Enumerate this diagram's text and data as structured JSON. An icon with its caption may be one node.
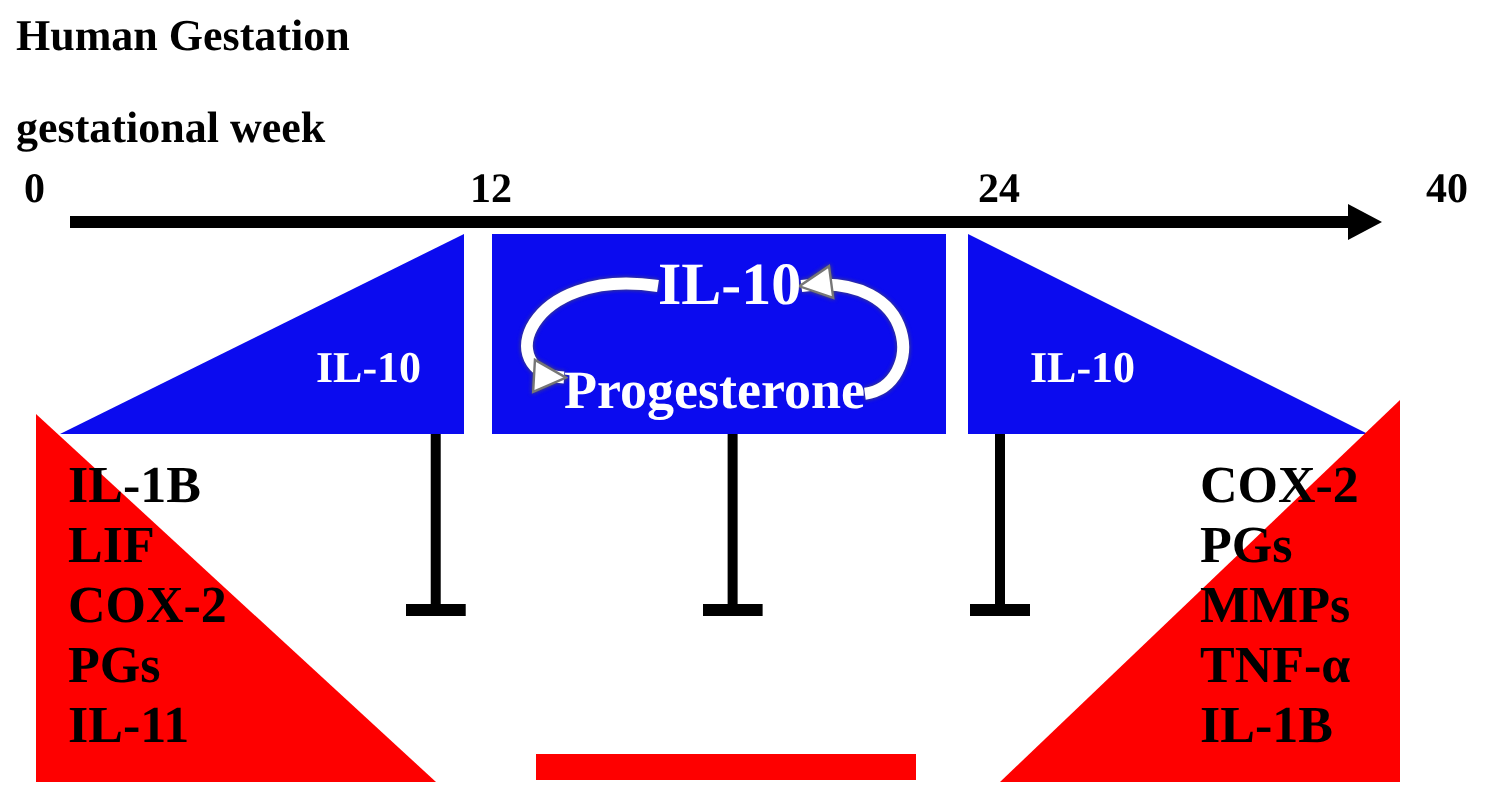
{
  "diagram": {
    "title": "Human Gestation",
    "nodes": [
      {
        "text": [
          "IL-10"
        ]
      },
      {
        "text": [],
        "shape": "box"
      },
      {
        "text": [
          "IL-10"
        ],
        "in": 1
      },
      {
        "text": [
          "Progesterone"
        ],
        "in": 1
      },
      {
        "text": [
          "IL-10"
        ]
      },
      {
        "text": [
          "IL-1B",
          "LIF",
          "COX-2",
          "PGs",
          "IL-11"
        ]
      },
      {
        "text": [
          "COX-2",
          "PGs",
          "MMPs",
          "TNF-α",
          "IL-1B"
        ]
      },
      {
        "text": [],
        "shape": "bar"
      }
    ],
    "edges": [
      {
        "from": 2,
        "to": 3,
        "arrow": "to",
        "color": "#ffffff"
      },
      {
        "from": 3,
        "to": 2,
        "arrow": "to",
        "color": "#ffffff"
      },
      {
        "from": 0,
        "to": null,
        "arrow": "other"
      },
      {
        "from": 1,
        "to": null,
        "arrow": "other"
      },
      {
        "from": 4,
        "to": null,
        "arrow": "other"
      }
    ],
    "labels": [
      "gestational week",
      "0",
      "12",
      "24",
      "40"
    ]
  }
}
